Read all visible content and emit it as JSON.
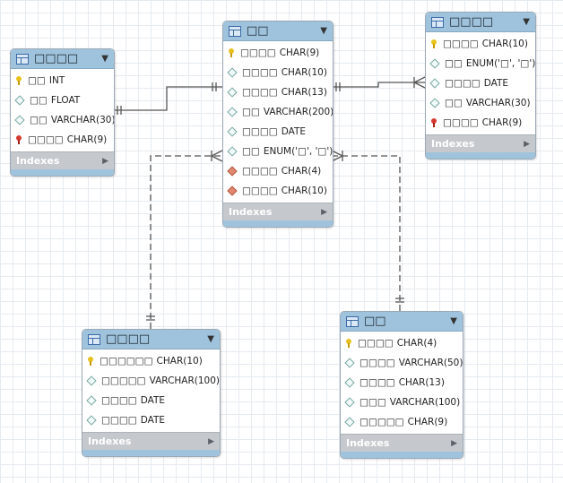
{
  "colors": {
    "header": "#9fc3dc",
    "footer": "#c5c9cd",
    "connector": "#555555",
    "primary_key": "#e8c21c",
    "foreign_key": "#d63a2f"
  },
  "tables": [
    {
      "id": "t1",
      "title": "□□□□",
      "columns": [
        {
          "icon": "primary-key-icon",
          "name": "□□",
          "type": "INT"
        },
        {
          "icon": "column-diamond-icon",
          "name": "□□",
          "type": "FLOAT"
        },
        {
          "icon": "column-diamond-icon",
          "name": "□□",
          "type": "VARCHAR(30)"
        },
        {
          "icon": "foreign-key-icon",
          "name": "□□□□",
          "type": "CHAR(9)"
        }
      ],
      "footer": "Indexes"
    },
    {
      "id": "t2",
      "title": "□□",
      "columns": [
        {
          "icon": "primary-key-icon",
          "name": "□□□□",
          "type": "CHAR(9)"
        },
        {
          "icon": "column-diamond-icon",
          "name": "□□□□",
          "type": "CHAR(10)"
        },
        {
          "icon": "column-diamond-icon",
          "name": "□□□□",
          "type": "CHAR(13)"
        },
        {
          "icon": "column-diamond-icon",
          "name": "□□",
          "type": "VARCHAR(200)"
        },
        {
          "icon": "column-diamond-icon",
          "name": "□□□□",
          "type": "DATE"
        },
        {
          "icon": "column-diamond-icon",
          "name": "□□",
          "type": "ENUM('□', '□')"
        },
        {
          "icon": "foreign-key-diamond-icon",
          "name": "□□□□",
          "type": "CHAR(4)"
        },
        {
          "icon": "foreign-key-diamond-icon",
          "name": "□□□□",
          "type": "CHAR(10)"
        }
      ],
      "footer": "Indexes"
    },
    {
      "id": "t3",
      "title": "□□□□",
      "columns": [
        {
          "icon": "primary-key-icon",
          "name": "□□□□",
          "type": "CHAR(10)"
        },
        {
          "icon": "column-diamond-icon",
          "name": "□□",
          "type": "ENUM('□', '□')"
        },
        {
          "icon": "column-diamond-icon",
          "name": "□□□□",
          "type": "DATE"
        },
        {
          "icon": "column-diamond-icon",
          "name": "□□",
          "type": "VARCHAR(30)"
        },
        {
          "icon": "foreign-key-icon",
          "name": "□□□□",
          "type": "CHAR(9)"
        }
      ],
      "footer": "Indexes"
    },
    {
      "id": "t4",
      "title": "□□□□",
      "columns": [
        {
          "icon": "primary-key-icon",
          "name": "□□□□□□",
          "type": "CHAR(10)"
        },
        {
          "icon": "column-diamond-icon",
          "name": "□□□□□",
          "type": "VARCHAR(100)"
        },
        {
          "icon": "column-diamond-icon",
          "name": "□□□□",
          "type": "DATE"
        },
        {
          "icon": "column-diamond-icon",
          "name": "□□□□",
          "type": "DATE"
        }
      ],
      "footer": "Indexes"
    },
    {
      "id": "t5",
      "title": "□□",
      "columns": [
        {
          "icon": "primary-key-icon",
          "name": "□□□□",
          "type": "CHAR(4)"
        },
        {
          "icon": "column-diamond-icon",
          "name": "□□□□",
          "type": "VARCHAR(50)"
        },
        {
          "icon": "column-diamond-icon",
          "name": "□□□□",
          "type": "CHAR(13)"
        },
        {
          "icon": "column-diamond-icon",
          "name": "□□□",
          "type": "VARCHAR(100)"
        },
        {
          "icon": "column-diamond-icon",
          "name": "□□□□□",
          "type": "CHAR(9)"
        }
      ],
      "footer": "Indexes"
    }
  ]
}
